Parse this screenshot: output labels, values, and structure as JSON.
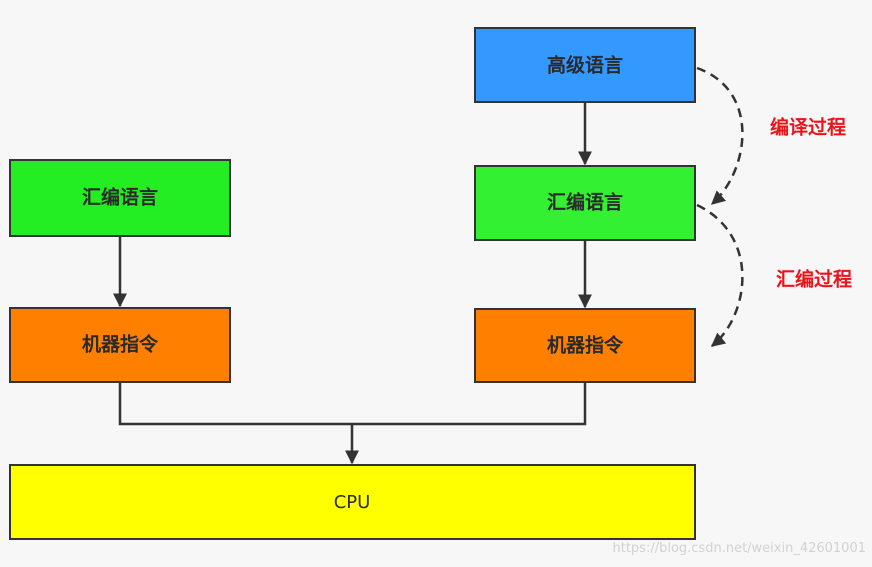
{
  "diagram": {
    "left_column": {
      "assembly": "汇编语言",
      "machine": "机器指令"
    },
    "right_column": {
      "high_level": "高级语言",
      "assembly": "汇编语言",
      "machine": "机器指令"
    },
    "cpu": "CPU",
    "process_labels": {
      "compile": "编译过程",
      "assemble": "汇编过程"
    }
  },
  "colors": {
    "high_level_fill": "#3399ff",
    "assembly_fill": "#22ee22",
    "assembly_fill_right": "#33f033",
    "machine_fill": "#ff8000",
    "cpu_fill": "#ffff00",
    "process_text": "#e8151b"
  },
  "watermark": "https://blog.csdn.net/weixin_42601001"
}
